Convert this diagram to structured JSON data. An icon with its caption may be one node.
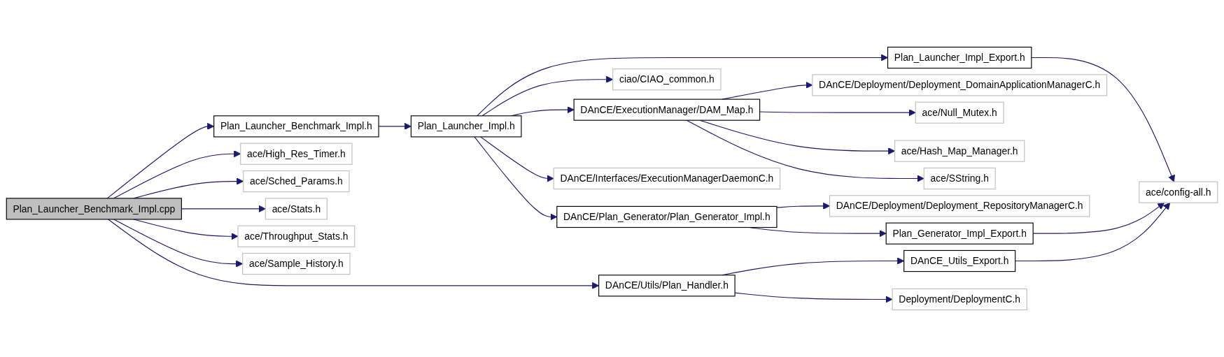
{
  "diagram": {
    "nodes": [
      {
        "text": [
          "Plan_Launcher_Benchmark_Impl.cpp"
        ]
      },
      {
        "text": [
          "Plan_Launcher_Benchmark_Impl.h"
        ]
      },
      {
        "text": [
          "ace/High_Res_Timer.h"
        ]
      },
      {
        "text": [
          "ace/Sched_Params.h"
        ]
      },
      {
        "text": [
          "ace/Stats.h"
        ]
      },
      {
        "text": [
          "ace/Throughput_Stats.h"
        ]
      },
      {
        "text": [
          "ace/Sample_History.h"
        ]
      },
      {
        "text": [
          "DAnCE/Utils/Plan_Handler.h"
        ]
      },
      {
        "text": [
          "Plan_Launcher_Impl.h"
        ]
      },
      {
        "text": [
          "DAnCE_Utils_Export.h"
        ]
      },
      {
        "text": [
          "Deployment/DeploymentC.h"
        ]
      },
      {
        "text": [
          "Plan_Launcher_Impl_Export.h"
        ]
      },
      {
        "text": [
          "ciao/CIAO_common.h"
        ]
      },
      {
        "text": [
          "DAnCE/ExecutionManager/DAM_Map.h"
        ]
      },
      {
        "text": [
          "DAnCE/Interfaces/ExecutionManagerDaemonC.h"
        ]
      },
      {
        "text": [
          "DAnCE/Plan_Generator/Plan_Generator_Impl.h"
        ]
      },
      {
        "text": [
          "DAnCE/Deployment/Deployment_DomainApplicationManagerC.h"
        ]
      },
      {
        "text": [
          "ace/Null_Mutex.h"
        ]
      },
      {
        "text": [
          "ace/Hash_Map_Manager.h"
        ]
      },
      {
        "text": [
          "ace/SString.h"
        ]
      },
      {
        "text": [
          "DAnCE/Deployment/Deployment_RepositoryManagerC.h"
        ]
      },
      {
        "text": [
          "Plan_Generator_Impl_Export.h"
        ]
      },
      {
        "text": [
          "ace/config-all.h"
        ]
      }
    ],
    "edges": [
      {
        "from": 0,
        "to": 1,
        "arrow": "to"
      },
      {
        "from": 0,
        "to": 2,
        "arrow": "to"
      },
      {
        "from": 0,
        "to": 3,
        "arrow": "to"
      },
      {
        "from": 0,
        "to": 4,
        "arrow": "to"
      },
      {
        "from": 0,
        "to": 5,
        "arrow": "to"
      },
      {
        "from": 0,
        "to": 6,
        "arrow": "to"
      },
      {
        "from": 0,
        "to": 7,
        "arrow": "to"
      },
      {
        "from": 1,
        "to": 8,
        "arrow": "to"
      },
      {
        "from": 7,
        "to": 9,
        "arrow": "to"
      },
      {
        "from": 7,
        "to": 10,
        "arrow": "to"
      },
      {
        "from": 8,
        "to": 11,
        "arrow": "to"
      },
      {
        "from": 8,
        "to": 12,
        "arrow": "to"
      },
      {
        "from": 8,
        "to": 13,
        "arrow": "to"
      },
      {
        "from": 8,
        "to": 14,
        "arrow": "to"
      },
      {
        "from": 8,
        "to": 15,
        "arrow": "to"
      },
      {
        "from": 11,
        "to": 22,
        "arrow": "to"
      },
      {
        "from": 13,
        "to": 16,
        "arrow": "to"
      },
      {
        "from": 13,
        "to": 17,
        "arrow": "to"
      },
      {
        "from": 13,
        "to": 18,
        "arrow": "to"
      },
      {
        "from": 13,
        "to": 19,
        "arrow": "to"
      },
      {
        "from": 15,
        "to": 20,
        "arrow": "to"
      },
      {
        "from": 15,
        "to": 21,
        "arrow": "to"
      },
      {
        "from": 21,
        "to": 22,
        "arrow": "to"
      },
      {
        "from": 9,
        "to": 22,
        "arrow": "to"
      }
    ]
  }
}
